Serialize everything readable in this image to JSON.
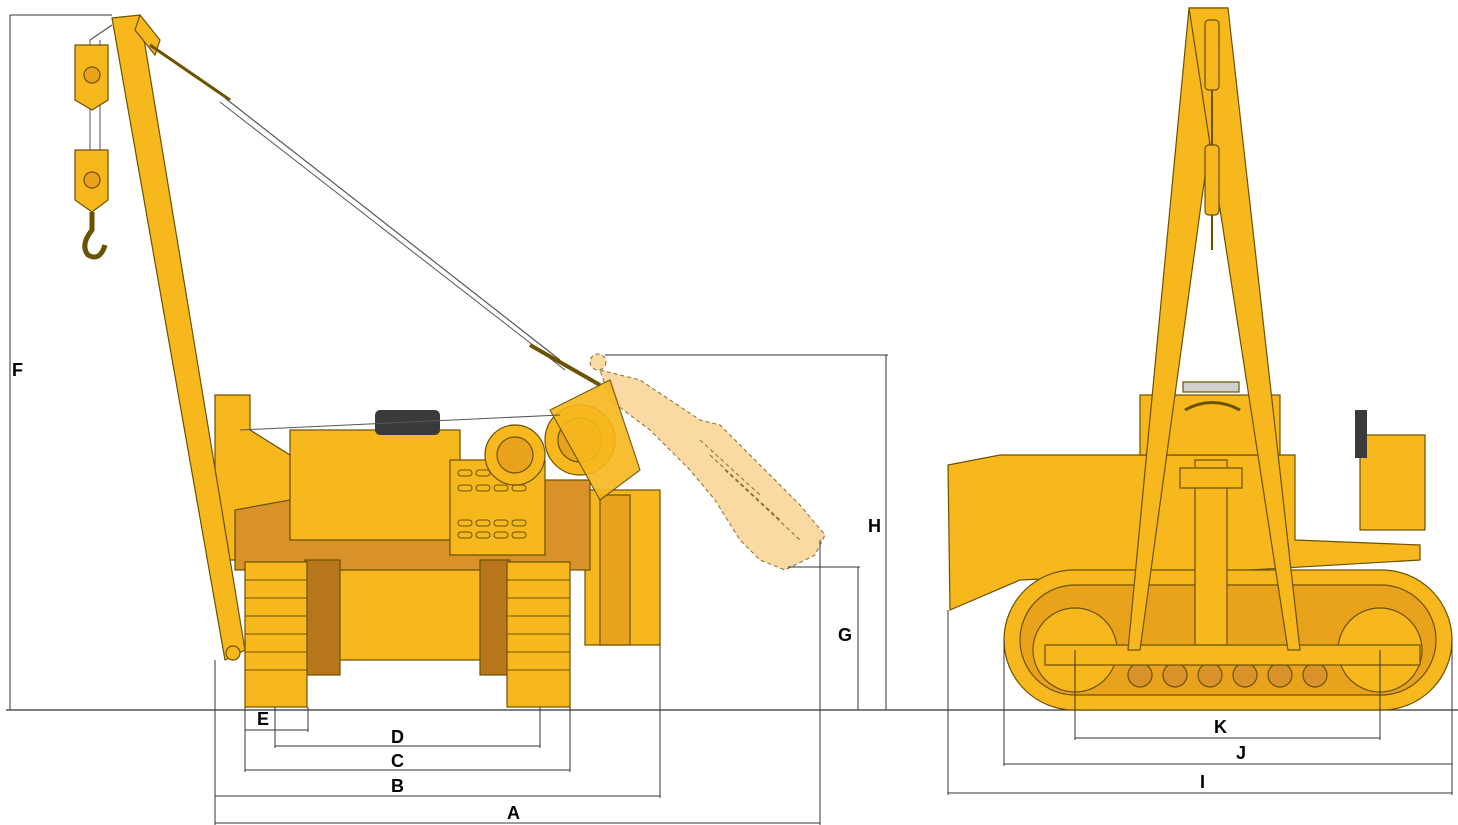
{
  "labels": {
    "A": "A",
    "B": "B",
    "C": "C",
    "D": "D",
    "E": "E",
    "F": "F",
    "G": "G",
    "H": "H",
    "I": "I",
    "J": "J",
    "K": "K"
  },
  "colors": {
    "body_yellow": "#f7b81e",
    "shade_orange": "#d9922a",
    "dark_brown": "#8a5a12",
    "ghost_peach": "#fbd9a2",
    "engine_dark": "#3a3a3a",
    "dimension_line": "#333333"
  },
  "icons": [
    "pipelayer-side-view",
    "pipelayer-front-view",
    "hook-block-icon",
    "counterweight-ghost"
  ]
}
